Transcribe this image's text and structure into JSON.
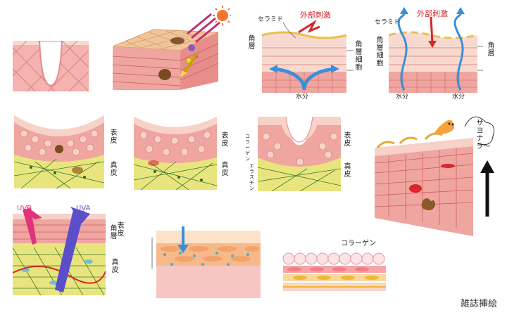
{
  "labels": {
    "ceramide": "セラミド",
    "external_stimulus": "外部刺激",
    "stratum_corneum": "角層",
    "corneocyte": "角層細胞",
    "water": "水分",
    "epidermis": "表皮",
    "dermis": "真皮",
    "collagen": "コラーゲン",
    "elastin": "エラスチン",
    "sayonara": "サヨナラ〜",
    "uvb": "UVB",
    "uva": "UVA"
  },
  "credit": "雑誌挿絵",
  "colors": {
    "skin_pink": "#f2a7a2",
    "skin_light": "#f7d2c8",
    "dermis_yellow": "#e8e27a",
    "fiber_green": "#3d7a2a",
    "water_blue": "#3c8fd6",
    "stimulus_red": "#d8262a",
    "uvb_pink": "#e0337a",
    "uva_purple": "#5b4fc9"
  }
}
